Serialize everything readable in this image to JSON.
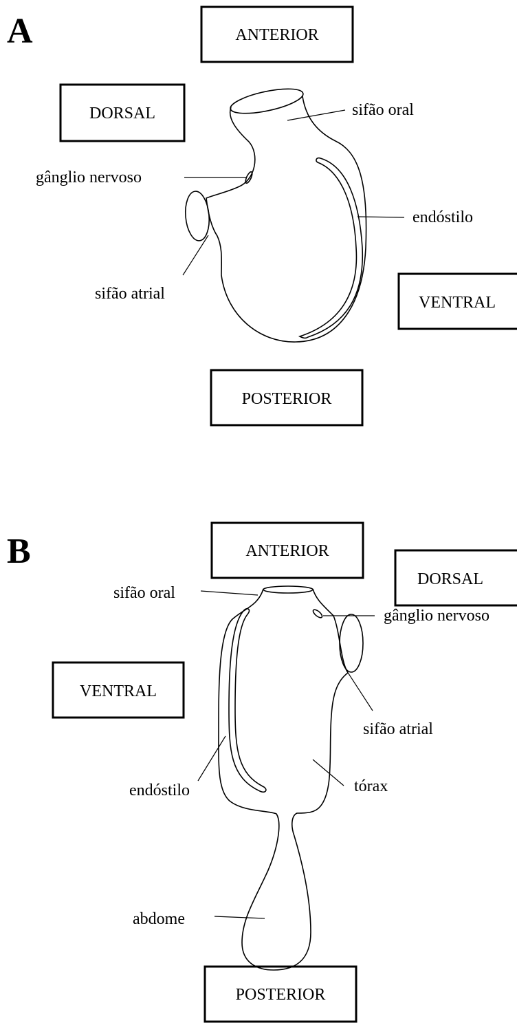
{
  "panel_a": {
    "letter": "A",
    "orientation": {
      "anterior": "ANTERIOR",
      "dorsal": "DORSAL",
      "ventral": "VENTRAL",
      "posterior": "POSTERIOR"
    },
    "labels": {
      "oral_siphon": "sifão oral",
      "nerve_ganglion": "gânglio nervoso",
      "endostyle": "endóstilo",
      "atrial_siphon": "sifão atrial"
    }
  },
  "panel_b": {
    "letter": "B",
    "orientation": {
      "anterior": "ANTERIOR",
      "dorsal": "DORSAL",
      "ventral": "VENTRAL",
      "posterior": "POSTERIOR"
    },
    "labels": {
      "oral_siphon": "sifão oral",
      "nerve_ganglion": "gânglio nervoso",
      "atrial_siphon": "sifão atrial",
      "endostyle": "endóstilo",
      "thorax": "tórax",
      "abdomen": "abdome"
    }
  }
}
